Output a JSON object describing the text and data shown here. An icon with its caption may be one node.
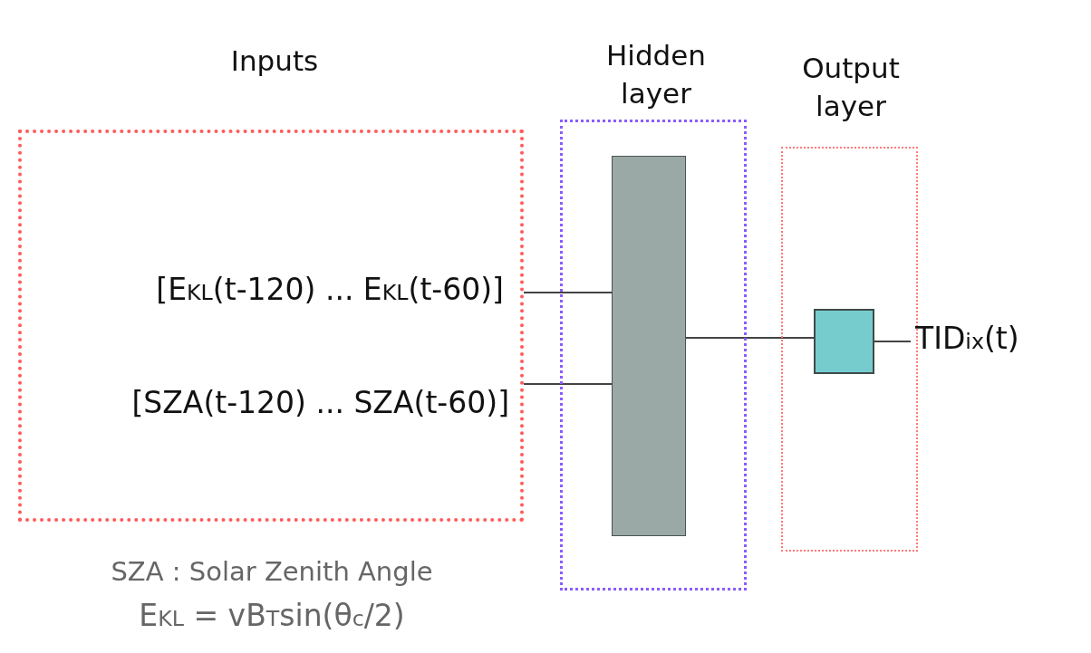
{
  "diagram": {
    "nodes": [
      {
        "text": [
          "Inputs"
        ]
      },
      {
        "text": [
          "[E$_{KL}$(t-120) ... E$_{KL}$(t-60)]"
        ],
        "in": 0
      },
      {
        "text": [
          "[SZA(t-120) ... SZA(t-60)]"
        ],
        "in": 0
      },
      {
        "text": [
          "Hidden layer"
        ]
      },
      {
        "text": [],
        "shape": "bar",
        "in": 3
      },
      {
        "text": [
          "Output layer"
        ]
      },
      {
        "text": [],
        "shape": "box",
        "in": 5
      },
      {
        "text": [
          "TID$_{ix}$(t)"
        ]
      }
    ],
    "edges": [
      {
        "from": 1,
        "to": 4,
        "arrow": "none"
      },
      {
        "from": 2,
        "to": 4,
        "arrow": "none"
      },
      {
        "from": 4,
        "to": 6,
        "arrow": "none"
      },
      {
        "from": 6,
        "to": 7,
        "arrow": "none"
      }
    ],
    "labels": [
      "SZA : Solar Zenith Angle",
      "E$_{KL}$ = vB$_{T}$sin(θ$_{c}$/2)"
    ]
  }
}
